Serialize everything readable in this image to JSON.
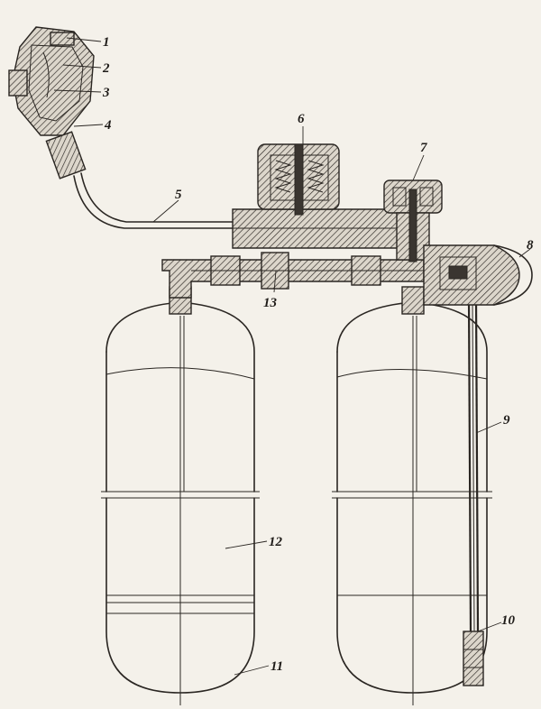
{
  "labels": {
    "l1": "1",
    "l2": "2",
    "l3": "3",
    "l4": "4",
    "l5": "5",
    "l6": "6",
    "l7": "7",
    "l8": "8",
    "l9": "9",
    "l10": "10",
    "l11": "11",
    "l12": "12",
    "l13": "13"
  },
  "colors": {
    "ink": "#2a2622",
    "paper": "#f4f1ea"
  }
}
